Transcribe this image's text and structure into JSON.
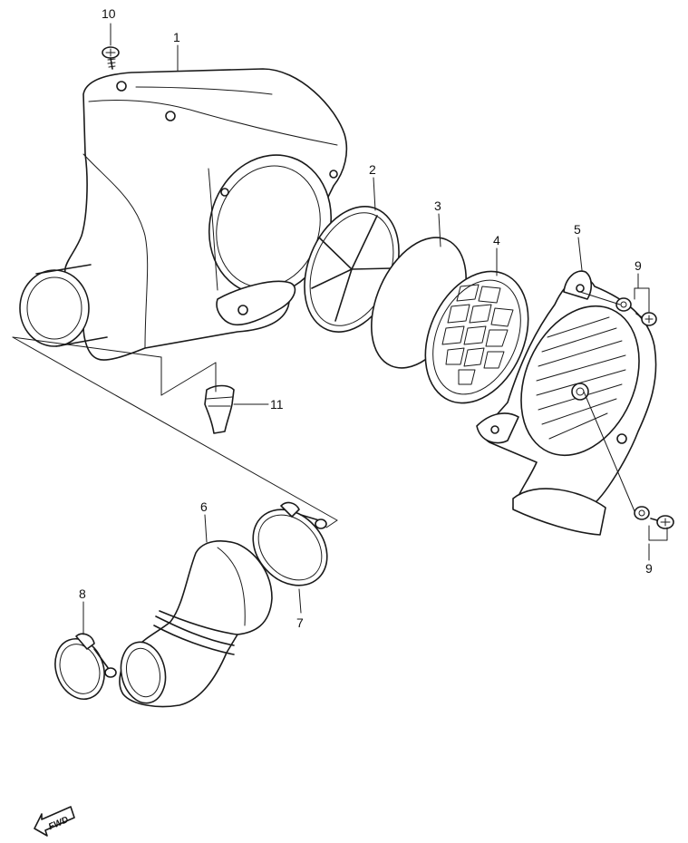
{
  "parts": [
    {
      "id": "1",
      "name": "air-cleaner-case"
    },
    {
      "id": "2",
      "name": "element-frame"
    },
    {
      "id": "3",
      "name": "filter-element"
    },
    {
      "id": "4",
      "name": "element-grid-holder"
    },
    {
      "id": "5",
      "name": "air-cleaner-cover"
    },
    {
      "id": "6",
      "name": "intake-pipe"
    },
    {
      "id": "7",
      "name": "clamp-large"
    },
    {
      "id": "8",
      "name": "clamp-small"
    },
    {
      "id": "9",
      "name": "screw-washer"
    },
    {
      "id": "10",
      "name": "screw-top"
    },
    {
      "id": "11",
      "name": "drain-plug"
    }
  ],
  "labels": {
    "p1": "1",
    "p2": "2",
    "p3": "3",
    "p4": "4",
    "p5": "5",
    "p6": "6",
    "p7": "7",
    "p8": "8",
    "p9a": "9",
    "p9b": "9",
    "p10": "10",
    "p11": "11"
  },
  "fwd_text": "FWD",
  "colors": {
    "line": "#1a1a1a",
    "background": "#ffffff"
  }
}
